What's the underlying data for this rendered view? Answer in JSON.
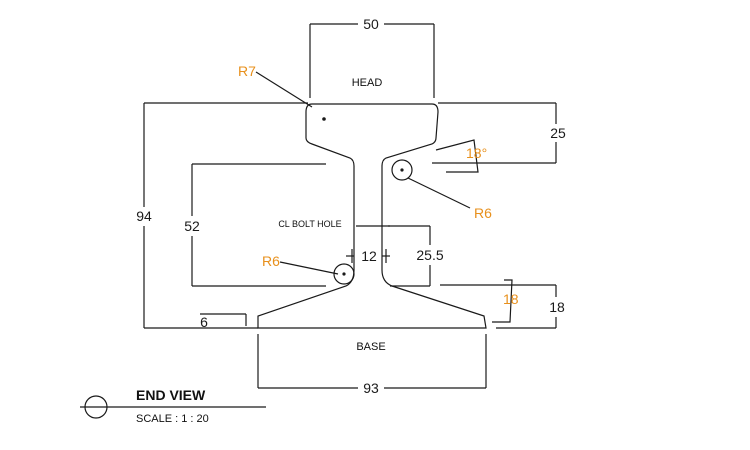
{
  "dimensions": {
    "head_width": "50",
    "overall_height": "94",
    "head_depth": "25",
    "web_height": "52",
    "bolt_hole_height": "25.5",
    "web_thickness": "12",
    "base_depth": "18",
    "base_width": "93",
    "base_edge": "6"
  },
  "radii": {
    "head_corner": "R7",
    "upper_fillet": "R6",
    "lower_fillet": "R6"
  },
  "angles": {
    "head_angle": "18°",
    "base_angle": "18"
  },
  "labels": {
    "head": "HEAD",
    "base": "BASE",
    "bolt_hole": "CL BOLT HOLE"
  },
  "title_block": {
    "title": "END VIEW",
    "scale": "SCALE : 1 : 20"
  },
  "colors": {
    "line": "#1a1a1a",
    "annotation": "#e8901c"
  }
}
